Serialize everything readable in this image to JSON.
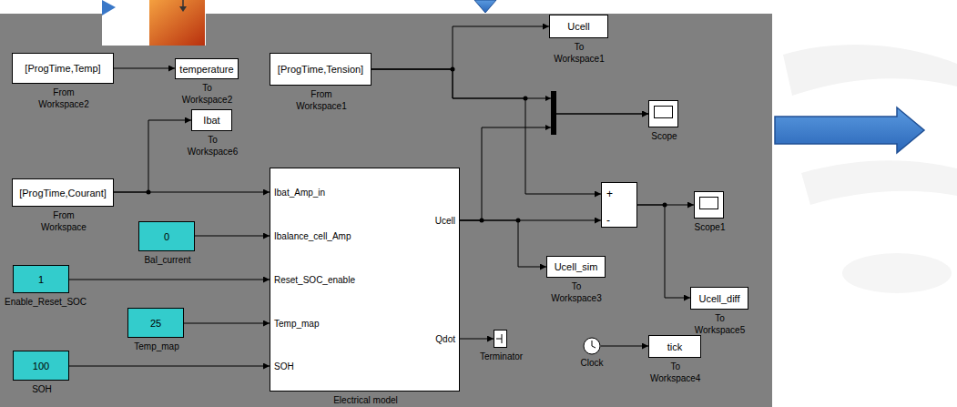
{
  "diagram": {
    "nodes": [
      {
        "text": [
          "[ProgTime,Temp]",
          "From Workspace2"
        ]
      },
      {
        "text": [
          "temperature",
          "To Workspace2"
        ]
      },
      {
        "text": [
          "[ProgTime,Tension]",
          "From Workspace1"
        ]
      },
      {
        "text": [
          "Ucell",
          "To Workspace1"
        ]
      },
      {
        "text": [
          "Ibat",
          "To Workspace6"
        ]
      },
      {
        "text": [
          "[ProgTime,Courant]",
          "From Workspace"
        ]
      },
      {
        "text": [
          "0",
          "Bal_current"
        ]
      },
      {
        "text": [
          "1",
          "Enable_Reset_SOC"
        ]
      },
      {
        "text": [
          "25",
          "Temp_map"
        ]
      },
      {
        "text": [
          "100",
          "SOH"
        ]
      },
      {
        "text": [
          "Ibat_Amp_in",
          "Ibalance_cell_Amp",
          "Reset_SOC_enable",
          "Temp_map",
          "SOH",
          "Ucell",
          "Qdot",
          "Electrical model"
        ]
      },
      {
        "text": [
          "Terminator"
        ]
      },
      {
        "text": [
          "Scope"
        ]
      },
      {
        "text": [
          "+",
          "-"
        ]
      },
      {
        "text": [
          "Scope1"
        ]
      },
      {
        "text": [
          "Ucell_sim",
          "To Workspace3"
        ]
      },
      {
        "text": [
          "Ucell_diff",
          "To Workspace5"
        ]
      },
      {
        "text": [
          "Clock"
        ]
      },
      {
        "text": [
          "tick",
          "To Workspace4"
        ]
      }
    ],
    "edges": [
      {
        "from": 0,
        "to": 1,
        "arrow": "to"
      },
      {
        "from": 2,
        "to": 3,
        "arrow": "to"
      },
      {
        "from": 2,
        "to": 12,
        "arrow": "to"
      },
      {
        "from": 2,
        "to": 13,
        "arrow": "to"
      },
      {
        "from": 5,
        "to": 4,
        "arrow": "to"
      },
      {
        "from": 5,
        "to": 10,
        "arrow": "to"
      },
      {
        "from": 6,
        "to": 10,
        "arrow": "to"
      },
      {
        "from": 7,
        "to": 10,
        "arrow": "to"
      },
      {
        "from": 8,
        "to": 10,
        "arrow": "to"
      },
      {
        "from": 9,
        "to": 10,
        "arrow": "to"
      },
      {
        "from": 10,
        "to": 11,
        "arrow": "to"
      },
      {
        "from": 10,
        "to": 12,
        "arrow": "to"
      },
      {
        "from": 10,
        "to": 15,
        "arrow": "to"
      },
      {
        "from": 10,
        "to": 13,
        "arrow": "to"
      },
      {
        "from": 13,
        "to": 14,
        "arrow": "to"
      },
      {
        "from": 13,
        "to": 16,
        "arrow": "to"
      },
      {
        "from": 17,
        "to": 18,
        "arrow": "to"
      }
    ]
  }
}
